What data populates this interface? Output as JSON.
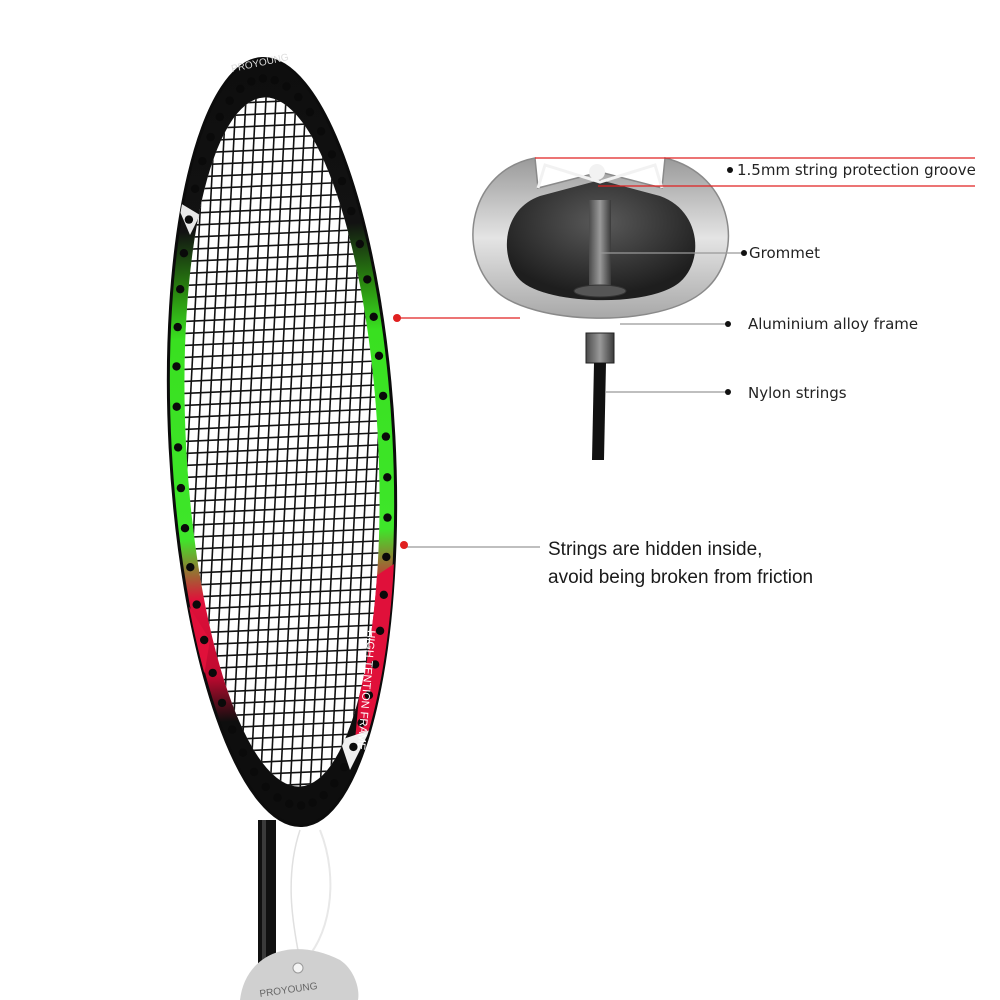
{
  "colors": {
    "frame_black": "#0e0e0e",
    "frame_green": "#39e020",
    "frame_red": "#e0103a",
    "callout_red": "#e02020",
    "section_gray": "#bdbdbd"
  },
  "racket": {
    "brand_top": "PROYOUNG",
    "frame_side_text": "HIGH TENTION FRAME",
    "tag_text": "PROYOUNG"
  },
  "callouts": {
    "groove": "1.5mm string protection groove",
    "grommet": "Grommet",
    "frame": "Aluminium alloy frame",
    "strings": "Nylon strings",
    "hidden_line1": "Strings are hidden inside,",
    "hidden_line2": "avoid being broken from friction"
  }
}
